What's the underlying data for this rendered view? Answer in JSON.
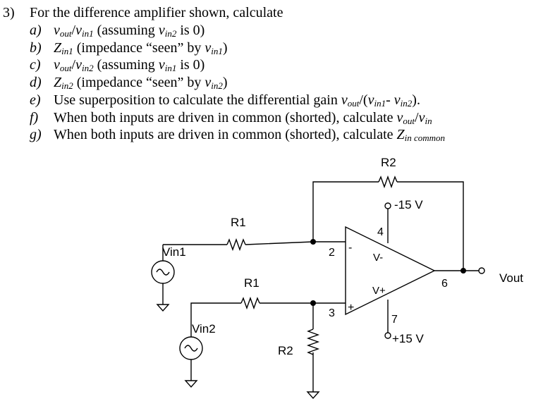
{
  "question": {
    "number": "3)",
    "intro": "For the difference amplifier shown, calculate",
    "items": [
      {
        "label": "a)",
        "parts": [
          [
            "i",
            "v"
          ],
          [
            "sub",
            "out"
          ],
          [
            "t",
            "/"
          ],
          [
            "i",
            "v"
          ],
          [
            "sub",
            "in1"
          ],
          [
            "t",
            " (assuming "
          ],
          [
            "i",
            "v"
          ],
          [
            "sub",
            "in2"
          ],
          [
            "t",
            " is 0)"
          ]
        ]
      },
      {
        "label": "b)",
        "parts": [
          [
            "i",
            "Z"
          ],
          [
            "sub",
            "in1"
          ],
          [
            "t",
            "  (impedance “seen” by "
          ],
          [
            "i",
            "v"
          ],
          [
            "sub",
            "in1"
          ],
          [
            "t",
            ")"
          ]
        ]
      },
      {
        "label": "c)",
        "parts": [
          [
            "i",
            "v"
          ],
          [
            "sub",
            "out"
          ],
          [
            "t",
            "/"
          ],
          [
            "i",
            "v"
          ],
          [
            "sub",
            "in2"
          ],
          [
            "t",
            " (assuming "
          ],
          [
            "i",
            "v"
          ],
          [
            "sub",
            "in1"
          ],
          [
            "t",
            " is 0)"
          ]
        ]
      },
      {
        "label": "d)",
        "parts": [
          [
            "i",
            "Z"
          ],
          [
            "sub",
            "in2"
          ],
          [
            "t",
            "  (impedance “seen” by "
          ],
          [
            "i",
            "v"
          ],
          [
            "sub",
            "in2"
          ],
          [
            "t",
            ")"
          ]
        ]
      },
      {
        "label": "e)",
        "parts": [
          [
            "t",
            "Use superposition to calculate the differential gain "
          ],
          [
            "i",
            "v"
          ],
          [
            "sub",
            "out"
          ],
          [
            "t",
            "/("
          ],
          [
            "i",
            "v"
          ],
          [
            "sub",
            "in1"
          ],
          [
            "t",
            "- "
          ],
          [
            "i",
            "v"
          ],
          [
            "sub",
            "in2"
          ],
          [
            "t",
            ")."
          ]
        ]
      },
      {
        "label": "f)",
        "parts": [
          [
            "t",
            "When both inputs are driven in common (shorted), calculate "
          ],
          [
            "i",
            "v"
          ],
          [
            "sub",
            "out"
          ],
          [
            "t",
            "/"
          ],
          [
            "i",
            "v"
          ],
          [
            "sub",
            "in"
          ]
        ]
      },
      {
        "label": "g)",
        "parts": [
          [
            "t",
            "When both inputs are driven in common (shorted), calculate "
          ],
          [
            "i",
            "Z"
          ],
          [
            "sub",
            "in common"
          ]
        ]
      }
    ]
  },
  "circuit": {
    "r2_top": "R2",
    "r1_top": "R1",
    "r1_bottom": "R1",
    "r2_bottom": "R2",
    "vin1": "Vin1",
    "vin2": "Vin2",
    "vout": "Vout",
    "neg_supply": "-15 V",
    "pos_supply": "+15 V",
    "pin2": "2",
    "pin3": "3",
    "pin4": "4",
    "pin6": "6",
    "pin7": "7",
    "minus_sign": "-",
    "plus_sign": "+",
    "vminus": "V-",
    "vplus": "V+"
  }
}
